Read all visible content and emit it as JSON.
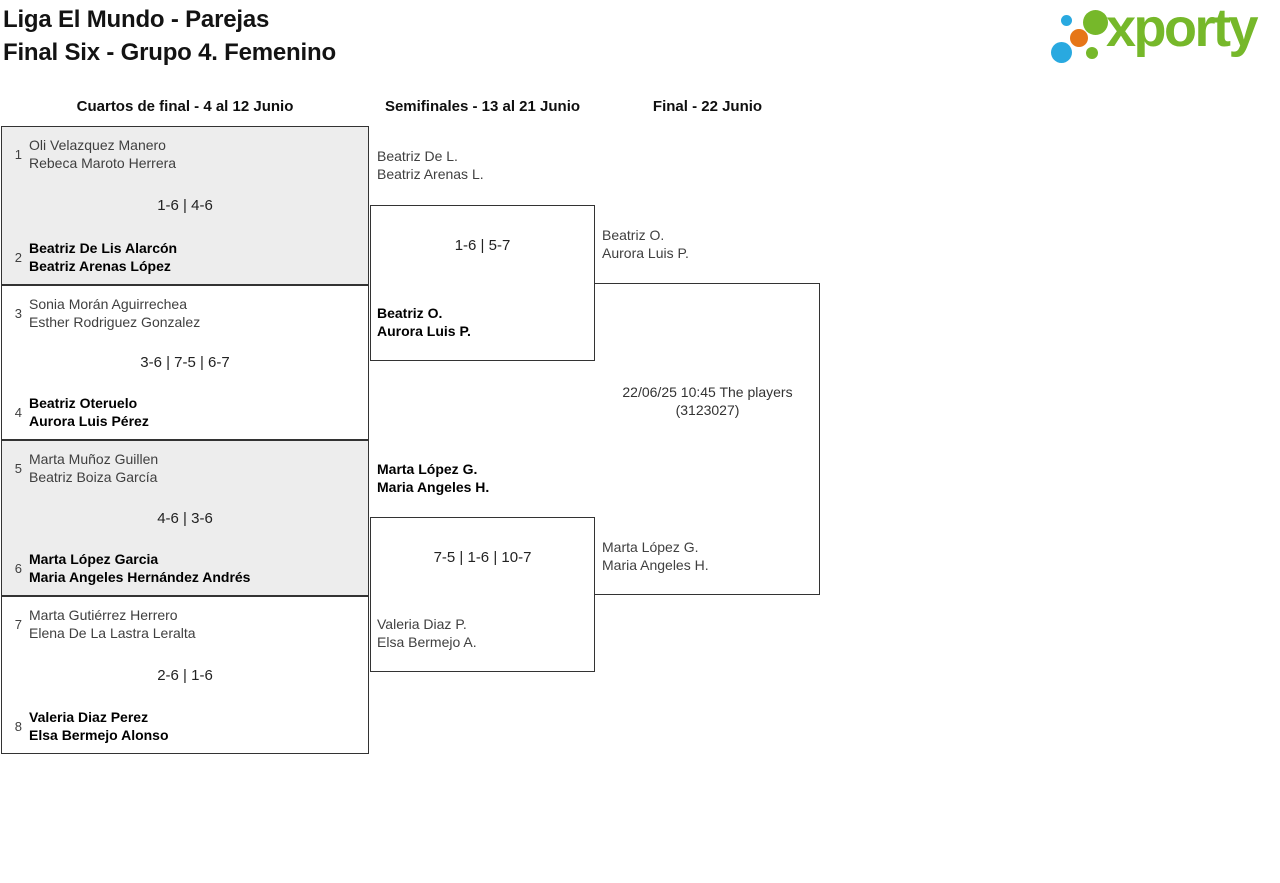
{
  "page": {
    "title_line1": "Liga El Mundo - Parejas",
    "title_line2": "Final Six - Grupo 4. Femenino"
  },
  "logo": {
    "wordmark": "xporty"
  },
  "columns": [
    {
      "label": "Cuartos de final - 4 al 12 Junio"
    },
    {
      "label": "Semifinales - 13 al 21 Junio"
    },
    {
      "label": "Final - 22 Junio"
    }
  ],
  "quarterfinals": [
    {
      "team1": {
        "seed": "1",
        "player1": "Oli Velazquez Manero",
        "player2": "Rebeca Maroto Herrera",
        "winner": false
      },
      "score": "1-6 | 4-6",
      "team2": {
        "seed": "2",
        "player1": "Beatriz De Lis Alarcón",
        "player2": "Beatriz Arenas López",
        "winner": true
      }
    },
    {
      "team1": {
        "seed": "3",
        "player1": "Sonia Morán Aguirrechea",
        "player2": "Esther Rodriguez Gonzalez",
        "winner": false
      },
      "score": "3-6 | 7-5 | 6-7",
      "team2": {
        "seed": "4",
        "player1": "Beatriz Oteruelo",
        "player2": "Aurora Luis Pérez",
        "winner": true
      }
    },
    {
      "team1": {
        "seed": "5",
        "player1": "Marta Muñoz Guillen",
        "player2": "Beatriz Boiza García",
        "winner": false
      },
      "score": "4-6 | 3-6",
      "team2": {
        "seed": "6",
        "player1": "Marta López Garcia",
        "player2": "Maria Angeles Hernández Andrés",
        "winner": true
      }
    },
    {
      "team1": {
        "seed": "7",
        "player1": "Marta Gutiérrez Herrero",
        "player2": "Elena De La Lastra Leralta",
        "winner": false
      },
      "score": "2-6 | 1-6",
      "team2": {
        "seed": "8",
        "player1": "Valeria Diaz Perez",
        "player2": "Elsa Bermejo Alonso",
        "winner": true
      }
    }
  ],
  "semifinals": [
    {
      "team1": {
        "player1": "Beatriz De L.",
        "player2": "Beatriz Arenas L.",
        "winner": false
      },
      "score": "1-6 | 5-7",
      "team2": {
        "player1": "Beatriz O.",
        "player2": "Aurora Luis P.",
        "winner": true
      }
    },
    {
      "team1": {
        "player1": "Marta López G.",
        "player2": "Maria Angeles H.",
        "winner": true
      },
      "score": "7-5 | 1-6 | 10-7",
      "team2": {
        "player1": "Valeria Diaz P.",
        "player2": "Elsa Bermejo A.",
        "winner": false
      }
    }
  ],
  "final": {
    "team1": {
      "player1": "Beatriz O.",
      "player2": "Aurora Luis P.",
      "winner": false
    },
    "schedule_line1": "22/06/25 10:45 The players",
    "schedule_line2": "(3123027)",
    "team2": {
      "player1": "Marta López G.",
      "player2": "Maria Angeles H.",
      "winner": false
    }
  },
  "colors": {
    "brand_green": "#76b82a",
    "dot_blue": "#29a9e0",
    "dot_orange": "#e67617",
    "box_shaded_grey": "#ededed",
    "border": "#333333"
  }
}
